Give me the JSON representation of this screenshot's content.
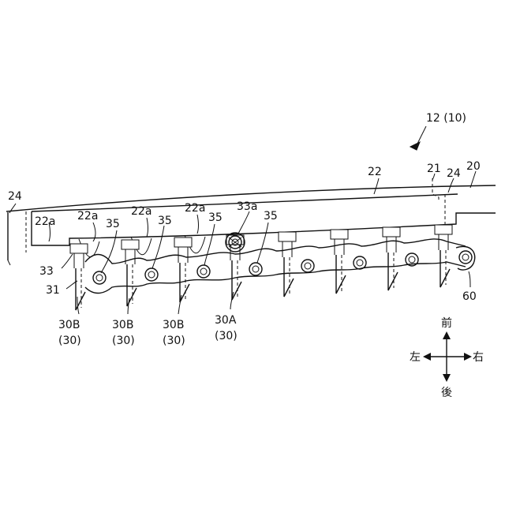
{
  "labels": {
    "assembly": "12 (10)",
    "frame": "20",
    "notch": "21",
    "plate": "22",
    "side_right": "24",
    "side_left": "24",
    "recess_1": "22a",
    "recess_2": "22a",
    "recess_3": "22a",
    "recess_4": "22a",
    "pin_1": "35",
    "pin_2": "35",
    "pin_3": "35",
    "pin_4": "35",
    "head": "33a",
    "bolt": "33",
    "link": "31",
    "end_piece": "60",
    "unit_1_a": "30B",
    "unit_1_b": "(30)",
    "unit_2_a": "30B",
    "unit_2_b": "(30)",
    "unit_3_a": "30B",
    "unit_3_b": "(30)",
    "unit_4_a": "30A",
    "unit_4_b": "(30)"
  },
  "compass": {
    "front": "前",
    "back": "後",
    "left": "左",
    "right": "右"
  }
}
